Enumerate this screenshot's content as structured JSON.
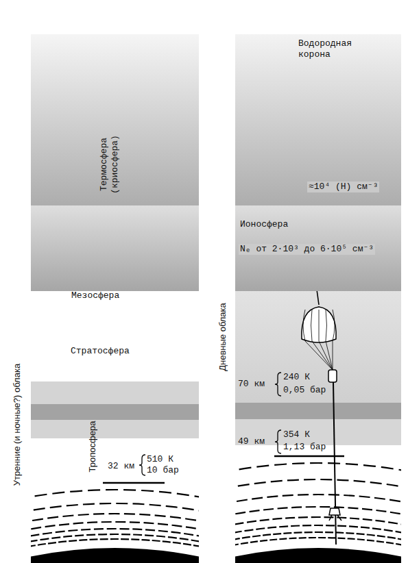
{
  "diagram": {
    "nodes": [
      {
        "text": [
          "Термосфера (криосфера)"
        ]
      },
      {
        "text": [
          "Водородная корона",
          "≈10⁴ (H) см⁻³"
        ]
      },
      {
        "text": [
          "Ионосфера",
          "Nₑ от 2·10³ до 6·10⁵ см⁻³"
        ]
      }
    ],
    "labels": [
      "Мезосфера",
      "Стратосфера",
      "Тропосфера",
      "32 км",
      "510 К",
      "10 бар",
      "Утренние (и ночные?) облака",
      "Дневные облака",
      "70 км",
      "240 К",
      "0,05 бар",
      "49 км",
      "354 К",
      "1,13 бар"
    ]
  }
}
